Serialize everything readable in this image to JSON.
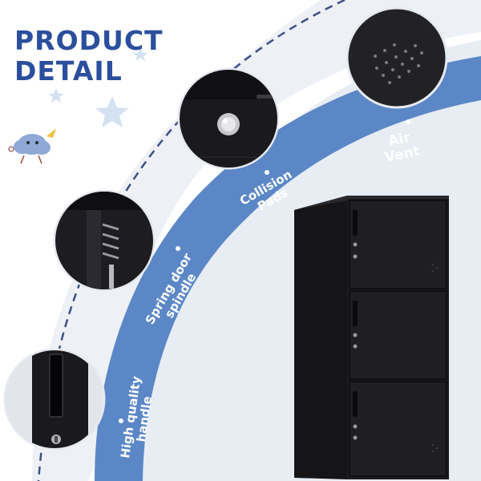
{
  "header": {
    "line1": "PRODUCT",
    "line2": "DETAIL"
  },
  "features": [
    {
      "label_line1": "Air",
      "label_line2": "Vent",
      "icon": "air-vent"
    },
    {
      "label_line1": "Collision",
      "label_line2": "Pads",
      "icon": "collision-pad"
    },
    {
      "label_line1": "Spring door",
      "label_line2": "spindle",
      "icon": "spring-spindle"
    },
    {
      "label_line1": "High quality",
      "label_line2": "handle",
      "icon": "handle-lock"
    }
  ],
  "colors": {
    "background": "#ffffff",
    "arc_light": "#e8eef4",
    "band_blue": "#5b87c6",
    "title_blue": "#2b4f9e",
    "cabinet": "#1b1b1e",
    "dashed_line": "#3d4f86"
  }
}
